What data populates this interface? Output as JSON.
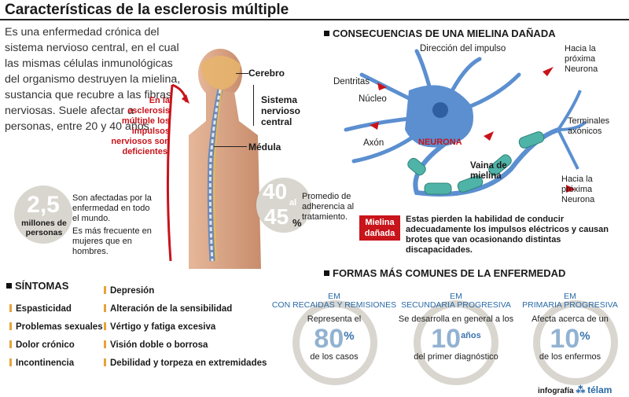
{
  "title": "Características de la esclerosis múltiple",
  "intro": "Es una enfermedad crónica del sistema nervioso central, en el cual las mismas células inmunológicas del organismo destruyen la mielina, sustancia que recubre a las fibras nerviosas. Suele afectar a personas, entre 20 y 40 años.",
  "body_labels": {
    "cerebro": "Cerebro",
    "sistema": "Sistema nervioso central",
    "medula": "Médula",
    "red_note": "En la esclerosis múltiple los impulsos nerviosos son deficientes."
  },
  "stat_people": {
    "number": "2,5",
    "unit": "millones de personas",
    "text1": "Son afectadas por la enfermedad en todo el mundo.",
    "text2": "Es más frecuente en mujeres que en hombres."
  },
  "stat_adherence": {
    "top": "40",
    "mid": "al",
    "bottom": "45",
    "pct": "%",
    "text": "Promedio de adherencia al tratamiento."
  },
  "neuron": {
    "section_title": "CONSECUENCIAS DE UNA MIELINA DAÑADA",
    "direccion": "Dirección del impulso",
    "hacia1": "Hacia la próxima Neurona",
    "dentritas": "Dentritas",
    "nucleo": "Núcleo",
    "terminales": "Terminales axónicos",
    "axon": "Axón",
    "neurona": "NEURONA",
    "vaina": "Vaina de mielina",
    "hacia2": "Hacia la próxima Neurona",
    "mielina_badge": "Mielina dañada",
    "mielina_text": "Estas pierden la habilidad de conducir adecuadamente los impulsos eléctricos y causan brotes que van ocasionando distintas discapacidades."
  },
  "symptoms": {
    "title": "SÍNTOMAS",
    "col1": [
      "Espasticidad",
      "Problemas sexuales",
      "Dolor crónico",
      "Incontinencia"
    ],
    "col2": [
      "Depresión",
      "Alteración de la sensibilidad",
      "Vértigo y fatiga excesiva",
      "Visión doble o borrosa",
      "Debilidad y torpeza en  extremidades"
    ]
  },
  "forms": {
    "title": "FORMAS MÁS COMUNES DE LA ENFERMEDAD",
    "items": [
      {
        "em": "EM",
        "name": "CON RECAIDAS Y REMISIONES",
        "text1": "Representa el",
        "num": "80",
        "suffix": "%",
        "text2": "de los casos"
      },
      {
        "em": "EM",
        "name": "SECUNDARIA PROGRESIVA",
        "text1": "Se desarrolla en general a los",
        "num": "10",
        "suffix": "años",
        "text2": "del primer diagnóstico"
      },
      {
        "em": "EM",
        "name": "PRIMARIA PROGRESIVA",
        "text1": "Afecta acerca de un",
        "num": "10",
        "suffix": "%",
        "text2": "de los enfermos"
      }
    ]
  },
  "credit": {
    "prefix": "infografía",
    "brand": "télam"
  },
  "colors": {
    "red": "#c8141b",
    "blue": "#3a74ad",
    "gold": "#e8a23a",
    "circle": "#d9d6cf"
  }
}
